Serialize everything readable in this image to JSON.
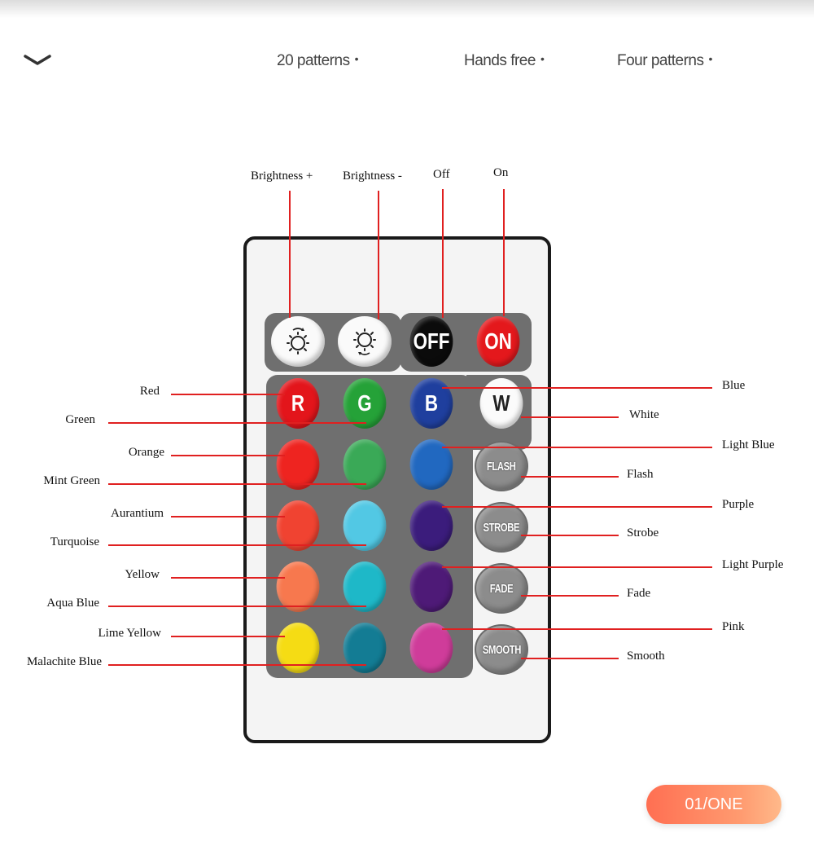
{
  "header": {
    "features": [
      {
        "label": "20 patterns"
      },
      {
        "label": "Hands free"
      },
      {
        "label": "Four patterns"
      }
    ],
    "dot": "•"
  },
  "remote": {
    "top_buttons": [
      {
        "id": "brightness-up",
        "icon": "sun-up-icon",
        "label": "Brightness +"
      },
      {
        "id": "brightness-down",
        "icon": "sun-down-icon",
        "label": "Brightness -"
      },
      {
        "id": "off",
        "text": "OFF",
        "label": "Off",
        "color": "#0b0b0b"
      },
      {
        "id": "on",
        "text": "ON",
        "label": "On",
        "color": "#e4181c"
      }
    ],
    "color_rows": [
      {
        "left": {
          "label": "Red",
          "color": "#e3151b",
          "text": "R"
        },
        "mid": {
          "label": "Green",
          "color": "#25a238",
          "text": "G"
        },
        "right": {
          "label": "Blue",
          "color": "#1f3f9e",
          "text": "B"
        },
        "side": {
          "label": "White",
          "text": "W"
        }
      },
      {
        "left": {
          "label": "Orange",
          "color": "#ee2420"
        },
        "mid": {
          "label": "Mint Green",
          "color": "#3aa957"
        },
        "right": {
          "label": "Light Blue",
          "color": "#2168c0"
        },
        "side": {
          "label": "Flash",
          "text": "FLASH"
        }
      },
      {
        "left": {
          "label": "Aurantium",
          "color": "#f04331"
        },
        "mid": {
          "label": "Turquoise",
          "color": "#52c8e4"
        },
        "right": {
          "label": "Purple",
          "color": "#3b1c7c"
        },
        "side": {
          "label": "Strobe",
          "text": "STROBE"
        }
      },
      {
        "left": {
          "label": "Yellow",
          "color": "#f7784e"
        },
        "mid": {
          "label": "Aqua Blue",
          "color": "#1eb8c8"
        },
        "right": {
          "label": "Light Purple",
          "color": "#4e1a77"
        },
        "side": {
          "label": "Fade",
          "text": "FADE"
        }
      },
      {
        "left": {
          "label": "Lime Yellow",
          "color": "#f5dc14"
        },
        "mid": {
          "label": "Malachite Blue",
          "color": "#137c94"
        },
        "right": {
          "label": "Pink",
          "color": "#cf3c9a"
        },
        "side": {
          "label": "Smooth",
          "text": "SMOOTH"
        }
      }
    ]
  },
  "colors": {
    "accent_line": "#e02020",
    "panel": "#6f6f6f"
  },
  "badge": {
    "label": "01/ONE"
  }
}
